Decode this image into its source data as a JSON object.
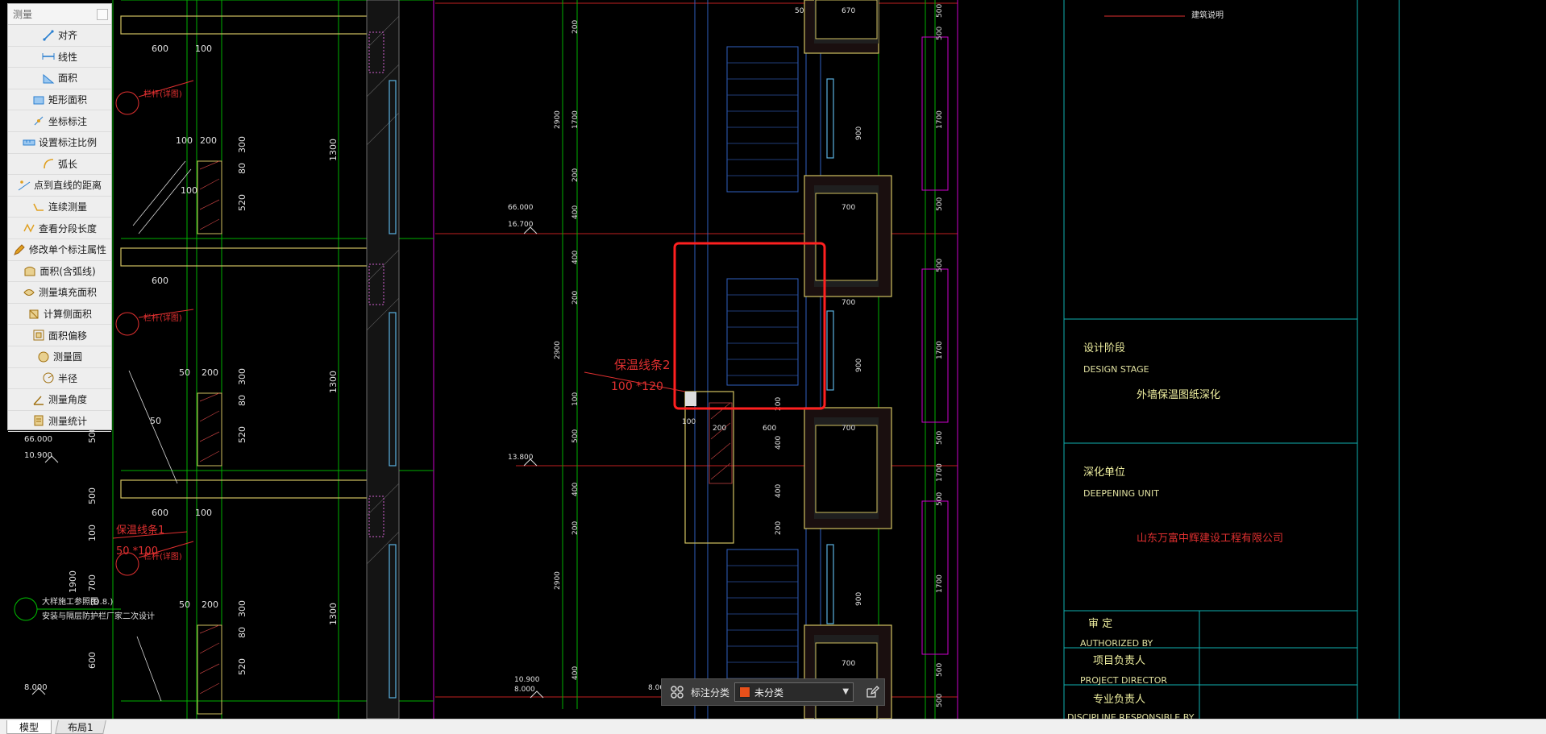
{
  "measure_panel": {
    "title": "测量",
    "tools": [
      {
        "label": "对齐",
        "icon": "aligned-dimension-icon"
      },
      {
        "label": "线性",
        "icon": "linear-dimension-icon"
      },
      {
        "label": "面积",
        "icon": "area-icon"
      },
      {
        "label": "矩形面积",
        "icon": "rectangle-area-icon"
      },
      {
        "label": "坐标标注",
        "icon": "coordinate-icon"
      },
      {
        "label": "设置标注比例",
        "icon": "scale-icon"
      },
      {
        "label": "弧长",
        "icon": "arc-length-icon"
      },
      {
        "label": "点到直线的距离",
        "icon": "point-line-distance-icon"
      },
      {
        "label": "连续测量",
        "icon": "continuous-measure-icon"
      },
      {
        "label": "查看分段长度",
        "icon": "segment-length-icon"
      },
      {
        "label": "修改单个标注属性",
        "icon": "edit-dimension-icon"
      },
      {
        "label": "面积(含弧线)",
        "icon": "arc-area-icon"
      },
      {
        "label": "测量填充面积",
        "icon": "hatch-area-icon"
      },
      {
        "label": "计算侧面积",
        "icon": "side-area-icon"
      },
      {
        "label": "面积偏移",
        "icon": "area-offset-icon"
      },
      {
        "label": "测量圆",
        "icon": "circle-icon"
      },
      {
        "label": "半径",
        "icon": "radius-icon"
      },
      {
        "label": "测量角度",
        "icon": "angle-icon"
      },
      {
        "label": "测量统计",
        "icon": "statistics-icon"
      }
    ]
  },
  "annotation_bar": {
    "label": "标注分类",
    "selected": "未分类",
    "swatch_color": "#e8501a"
  },
  "layout_tabs": [
    "模型",
    "布局1"
  ],
  "drawing_text": {
    "dims_left": [
      "600",
      "100",
      "100",
      "200",
      "100",
      "300",
      "80",
      "520",
      "1300",
      "600",
      "50",
      "200",
      "300",
      "80",
      "520",
      "1300",
      "600",
      "100",
      "50",
      "200",
      "300",
      "80",
      "520",
      "1300",
      "50",
      "500",
      "500",
      "100",
      "1900",
      "700",
      "600"
    ],
    "red_notes": {
      "note_a": "保温线条1",
      "note_a_dim": "50 *100",
      "note_b": "保温线条2",
      "note_b_dim": "100 *120",
      "detail": "栏杆(详图)"
    },
    "elevations": [
      "66.000",
      "16.700",
      "13.800",
      "10.900",
      "8.000",
      "10.900",
      "8.000",
      "8.000"
    ],
    "dims_center": [
      "200",
      "1700",
      "200",
      "400",
      "400",
      "200",
      "100",
      "500",
      "400",
      "200",
      "2900",
      "2900",
      "2900",
      "400",
      "50",
      "670",
      "700",
      "900",
      "700",
      "200",
      "600",
      "700",
      "400",
      "400",
      "200",
      "900",
      "900",
      "700",
      "500",
      "1700",
      "500",
      "500",
      "1700",
      "500",
      "500",
      "1700",
      "500",
      "500",
      "1700",
      "500",
      "100",
      "200"
    ],
    "left_small": [
      "(D.8.)",
      "大样施工参照图",
      "安装与隔层防护栏厂家二次设计"
    ],
    "title_block": {
      "top_note": "建筑说明",
      "design_stage_cn": "设计阶段",
      "design_stage_en": "DESIGN STAGE",
      "design_stage_value": "外墙保温图纸深化",
      "deepening_unit_cn": "深化单位",
      "deepening_unit_en": "DEEPENING UNIT",
      "deepening_unit_value": "山东万富中辉建设工程有限公司",
      "authorized_cn": "审   定",
      "authorized_en": "AUTHORIZED BY",
      "director_cn": "项目负责人",
      "director_en": "PROJECT DIRECTOR",
      "discipline_cn": "专业负责人",
      "discipline_en": "DISCIPLINE RESPONSIBLE BY"
    }
  }
}
